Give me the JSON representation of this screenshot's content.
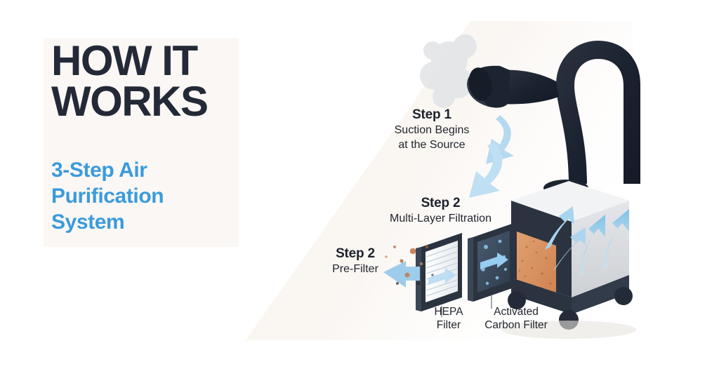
{
  "colors": {
    "panel_bg": "#fbf7f4",
    "headline": "#232936",
    "accent_blue": "#3a9bdc",
    "body_text": "#22262e",
    "arrow_blue": "#a9d4ee",
    "arrow_blue_dark": "#7cc0e8",
    "machine_body": "#e9eaec",
    "machine_dark": "#2b3340",
    "carbon_orange": "#d7935f",
    "cone_bg": "#faf6f2",
    "smoke_gray": "#e4e6e8",
    "particle_orange": "#c2733f"
  },
  "title_panel": {
    "headline_lines": [
      "HOW IT",
      "WORKS"
    ],
    "subhead_lines": [
      "3-Step Air",
      "Purification",
      "System"
    ]
  },
  "scene": {
    "callouts": [
      {
        "id": "step1",
        "title": "Step 1",
        "sub_lines": [
          "Suction Begins",
          "at the Source"
        ]
      },
      {
        "id": "step2",
        "title": "Step 2",
        "sub_lines": [
          "Multi-Layer Filtration"
        ]
      },
      {
        "id": "prefilter",
        "title": "Step 2",
        "sub_lines": [
          "Pre-Filter"
        ]
      }
    ],
    "filter_labels": [
      {
        "id": "hepa",
        "lines": [
          "HEPA",
          "Filter"
        ]
      },
      {
        "id": "carbon",
        "lines": [
          "Activated",
          "Carbon Filter"
        ]
      }
    ],
    "icons": [
      "fume-extraction-arm-icon",
      "capture-hood-icon",
      "smoke-plume-icon",
      "suction-arrow-icon",
      "hepa-filter-panel-icon",
      "carbon-filter-panel-icon",
      "dust-particle-icon",
      "purifier-unit-icon",
      "clean-air-arrow-icon",
      "caster-wheel-icon"
    ]
  }
}
